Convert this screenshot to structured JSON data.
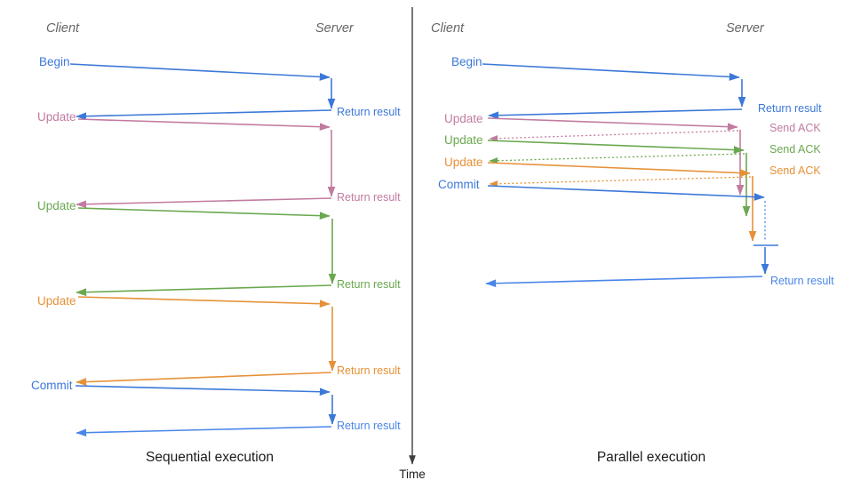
{
  "colors": {
    "blue": "#3c78d8",
    "blue_light": "#4a86e8",
    "pink": "#c27ba0",
    "green": "#6aa84f",
    "orange": "#e69138",
    "header_gray": "#666666",
    "text_dark": "#1c1c1c",
    "axis": "#3f3f3f"
  },
  "left": {
    "title": "Sequential execution",
    "client": "Client",
    "server": "Server",
    "messages": [
      {
        "label": "Begin",
        "response": "Return result"
      },
      {
        "label": "Update",
        "response": "Return result"
      },
      {
        "label": "Update",
        "response": "Return result"
      },
      {
        "label": "Update",
        "response": "Return result"
      },
      {
        "label": "Commit",
        "response": "Return result"
      }
    ]
  },
  "right": {
    "title": "Parallel execution",
    "client": "Client",
    "server": "Server",
    "messages": [
      {
        "label": "Begin",
        "response": "Return result"
      },
      {
        "label": "Update",
        "response": "Send ACK"
      },
      {
        "label": "Update",
        "response": "Send ACK"
      },
      {
        "label": "Update",
        "response": "Send ACK"
      },
      {
        "label": "Commit",
        "response": "Return result"
      }
    ]
  },
  "time_axis": {
    "label": "Time"
  }
}
